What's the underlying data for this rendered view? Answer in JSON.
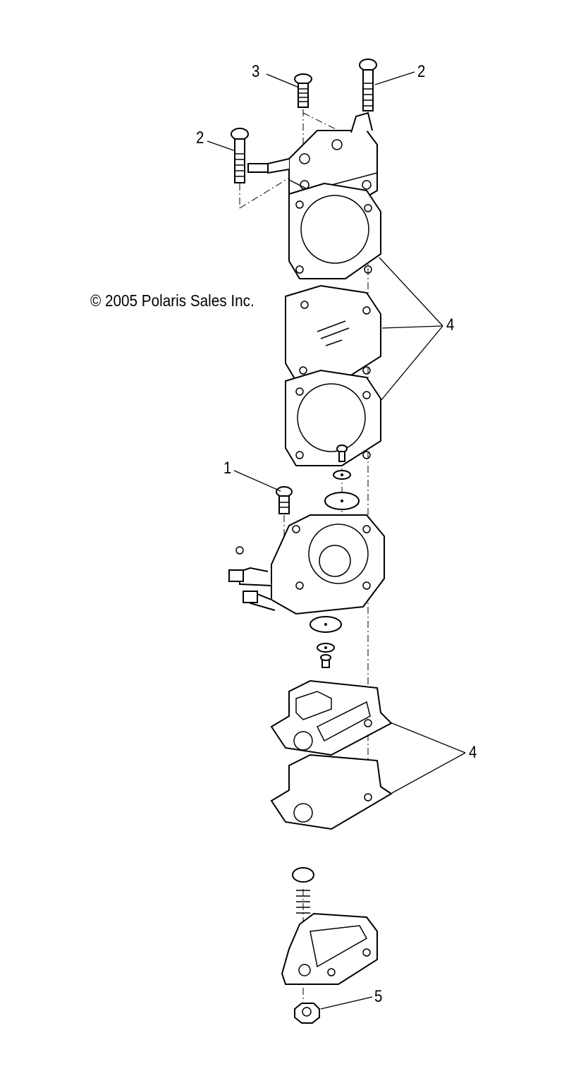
{
  "copyright": "© 2005 Polaris Sales Inc.",
  "callouts": {
    "screw_top": "3",
    "screw_right": "2",
    "screw_left": "2",
    "gaskets_upper": "4",
    "screw_mid": "1",
    "gaskets_lower": "4",
    "nut": "5"
  }
}
